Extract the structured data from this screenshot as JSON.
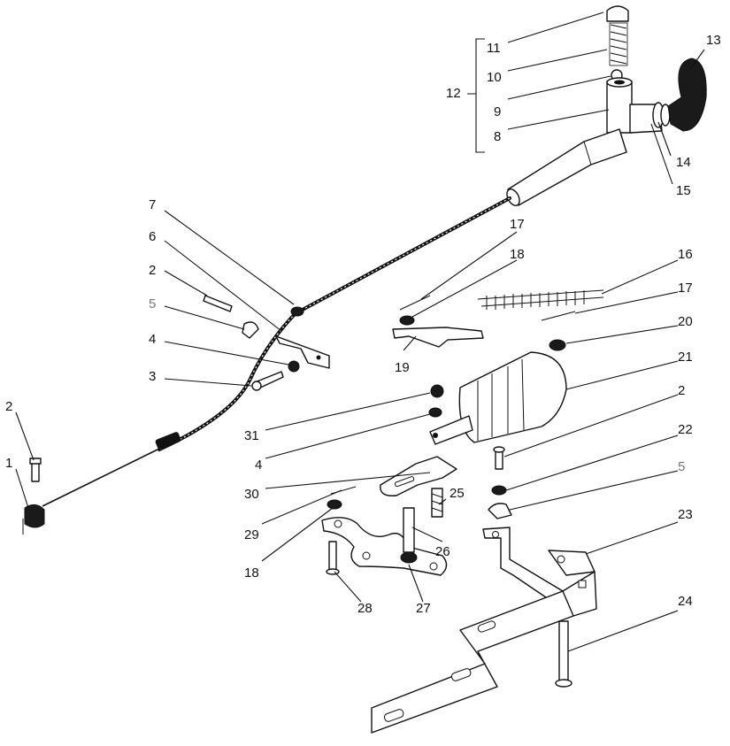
{
  "callouts": [
    {
      "id": "c11",
      "text": "11"
    },
    {
      "id": "c10",
      "text": "10"
    },
    {
      "id": "c9",
      "text": "9"
    },
    {
      "id": "c8",
      "text": "8"
    },
    {
      "id": "c12",
      "text": "12"
    },
    {
      "id": "c13",
      "text": "13"
    },
    {
      "id": "c14",
      "text": "14"
    },
    {
      "id": "c15",
      "text": "15"
    },
    {
      "id": "c7",
      "text": "7"
    },
    {
      "id": "c6",
      "text": "6"
    },
    {
      "id": "c2a",
      "text": "2"
    },
    {
      "id": "c5a",
      "text": "5"
    },
    {
      "id": "c4a",
      "text": "4"
    },
    {
      "id": "c3",
      "text": "3"
    },
    {
      "id": "c2b",
      "text": "2"
    },
    {
      "id": "c1",
      "text": "1"
    },
    {
      "id": "c17a",
      "text": "17"
    },
    {
      "id": "c18a",
      "text": "18"
    },
    {
      "id": "c16",
      "text": "16"
    },
    {
      "id": "c17b",
      "text": "17"
    },
    {
      "id": "c20",
      "text": "20"
    },
    {
      "id": "c19",
      "text": "19"
    },
    {
      "id": "c21",
      "text": "21"
    },
    {
      "id": "c31",
      "text": "31"
    },
    {
      "id": "c4b",
      "text": "4"
    },
    {
      "id": "c2c",
      "text": "2"
    },
    {
      "id": "c22",
      "text": "22"
    },
    {
      "id": "c30",
      "text": "30"
    },
    {
      "id": "c5b",
      "text": "5"
    },
    {
      "id": "c25",
      "text": "25"
    },
    {
      "id": "c29",
      "text": "29"
    },
    {
      "id": "c23",
      "text": "23"
    },
    {
      "id": "c26",
      "text": "26"
    },
    {
      "id": "c18b",
      "text": "18"
    },
    {
      "id": "c28",
      "text": "28"
    },
    {
      "id": "c27",
      "text": "27"
    },
    {
      "id": "c24",
      "text": "24"
    }
  ]
}
